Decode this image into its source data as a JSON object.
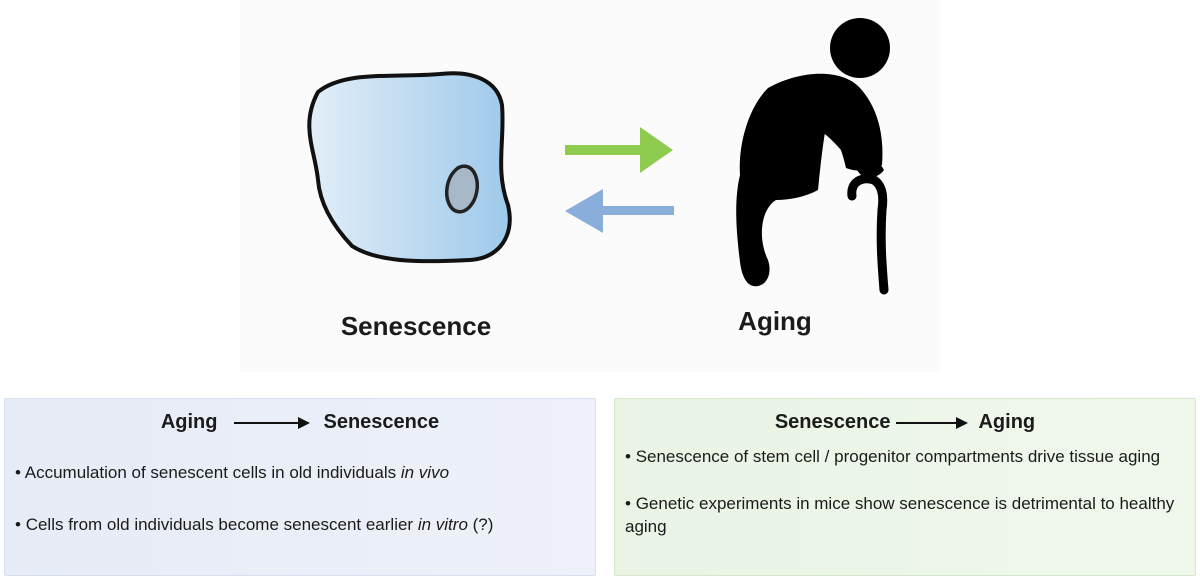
{
  "colors": {
    "cell_fill_light": "#e2eef9",
    "cell_fill_dark": "#9ec9ea",
    "forward_arrow": "#8fcb4f",
    "backward_arrow": "#89aedb",
    "figure": "#000000",
    "left_box_bg": "#e6ebf6",
    "right_box_bg": "#e9f4e4"
  },
  "illustration": {
    "cell_icon": "senescent-cell-icon",
    "person_icon": "elderly-person-with-cane-icon",
    "forward_arrow_icon": "green-right-arrow-icon",
    "backward_arrow_icon": "blue-left-arrow-icon",
    "left_label": "Senescence",
    "right_label": "Aging"
  },
  "left_box": {
    "from": "Aging",
    "to": "Senescence",
    "items": [
      {
        "text": "Accumulation of senescent cells in old individuals ",
        "italic": "in vivo",
        "suffix": ""
      },
      {
        "text": "Cells from old individuals become senescent earlier ",
        "italic": "in vitro",
        "suffix": " (?)"
      }
    ]
  },
  "right_box": {
    "from": "Senescence",
    "to": "Aging",
    "items": [
      {
        "text": "Senescence of stem cell / progenitor compartments drive tissue aging"
      },
      {
        "text": "Genetic experiments in mice show senescence is detrimental to healthy aging"
      }
    ]
  }
}
